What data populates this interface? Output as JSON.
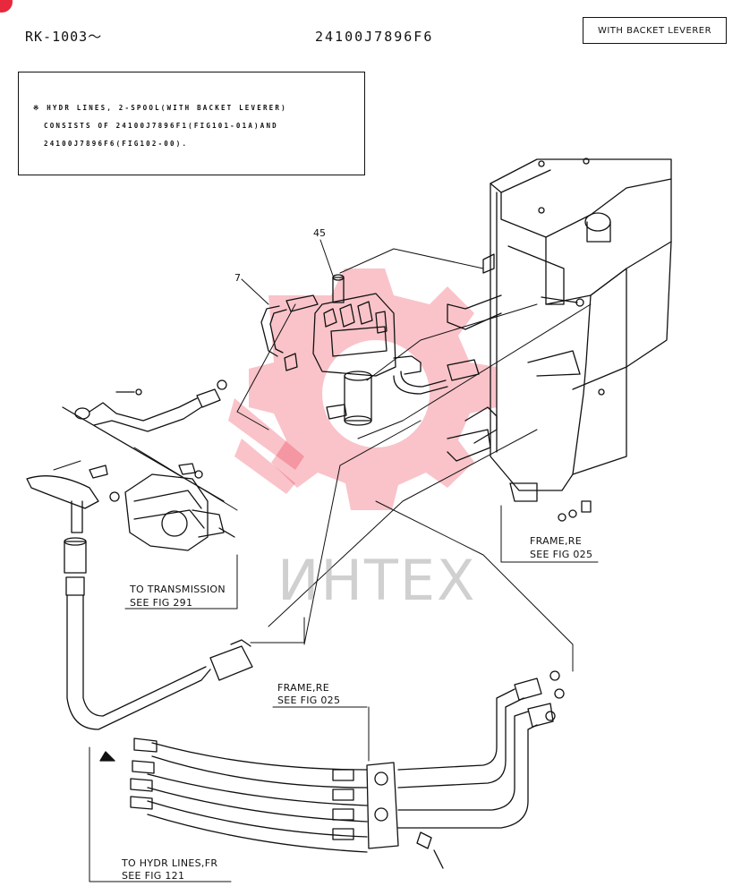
{
  "header": {
    "serial_range": "RK-1003～",
    "drawing_number": "24100J7896F6",
    "variant": "WITH BACKET LEVERER"
  },
  "note": {
    "lines": [
      "※ HYDR LINES, 2-SPOOL(WITH BACKET LEVERER)",
      "CONSISTS OF 24100J7896F1(FIG101-01A)AND",
      "24100J7896F6(FIG102-00)."
    ]
  },
  "parts": {
    "p45": "45",
    "p7": "7"
  },
  "callouts": {
    "frame_re_right": [
      "FRAME,RE",
      "SEE FIG 025"
    ],
    "to_transmission": [
      "TO TRANSMISSION",
      "SEE FIG 291"
    ],
    "frame_re_center": [
      "FRAME,RE",
      "SEE FIG 025"
    ],
    "to_hydr_lines": [
      "TO HYDR LINES,FR",
      "SEE FIG 121"
    ]
  },
  "watermark": {
    "text": "ИНТЕХ",
    "color": "#e8283c"
  }
}
